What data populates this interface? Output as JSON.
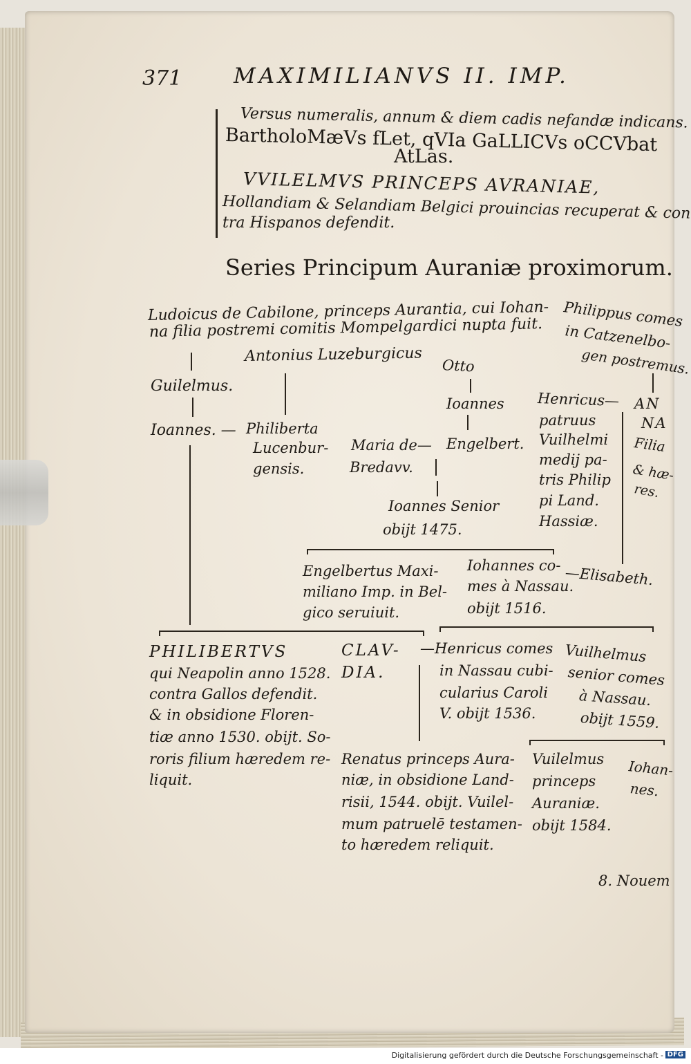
{
  "header": {
    "page_number": "371",
    "running_title": "MAXIMILIANVS II. IMP."
  },
  "epigram": {
    "label": "Versus numeralis, annum & diem cadis nefandæ indicans.",
    "verse_1": "BartholoMæVs fLet, qVIa GaLLICVs oCCVbat",
    "verse_2": "AtLas."
  },
  "event": {
    "title": "VVILELMVS PRINCEPS AVRANIAE,",
    "line_1": "Hollandiam & Selandiam Belgici prouincias recuperat & con-",
    "line_2": "tra Hispanos defendit."
  },
  "genealogy": {
    "title": "Series Principum Auraniæ proximorum.",
    "ludovicus_1": "Ludoicus de Cabilone, princeps Aurantia, cui Iohan-",
    "ludovicus_2": "na filia postremi comitis Mompelgardici nupta fuit.",
    "philippus_1": "Philippus comes",
    "philippus_2": "in Catzenelbo-",
    "philippus_3": "gen postremus.",
    "antonius": "Antonius Luzeburgicus",
    "otto": "Otto",
    "guilelmus": "Guilelmus.",
    "ioannes_o": "Ioannes",
    "henricus_1": "Henricus—",
    "henricus_2": "patruus",
    "henricus_3": "Vuilhelmi",
    "henricus_4": "medij pa-",
    "henricus_5": "tris Philip",
    "henricus_6": "pi Land.",
    "henricus_7": "Hassiæ.",
    "anna_1": "AN",
    "anna_2": "NA",
    "anna_3": "Filia",
    "anna_4": "& hæ-",
    "anna_5": "res.",
    "ioannes_g": "Ioannes. —",
    "philiberta_1": "Philiberta",
    "philiberta_2": "Lucenbur-",
    "philiberta_3": "gensis.",
    "maria_1": "Maria de—",
    "maria_2": "Bredavv.",
    "engelbert": "Engelbert.",
    "ioannes_senior_1": "Ioannes Senior",
    "ioannes_senior_2": "obijt 1475.",
    "engelbertus_1": "Engelbertus Maxi-",
    "engelbertus_2": "miliano Imp. in Bel-",
    "engelbertus_3": "gico seruiuit.",
    "johannes_nassau_1": "Iohannes co-",
    "johannes_nassau_2": "mes à Nassau.",
    "johannes_nassau_3": "obijt 1516.",
    "elisabeth": "—Elisabeth.",
    "philibertus_1": "PHILIBERTVS",
    "philibertus_2": "qui Neapolin anno 1528.",
    "philibertus_3": "contra Gallos defendit.",
    "philibertus_4": "& in obsidione Floren-",
    "philibertus_5": "tiæ anno 1530. obijt. So-",
    "philibertus_6": "roris filium hæredem re-",
    "philibertus_7": "liquit.",
    "claudia_1": "CLAV-",
    "claudia_2": "DIA.",
    "henricus_n_1": "—Henricus comes",
    "henricus_n_2": "in Nassau cubi-",
    "henricus_n_3": "cularius Caroli",
    "henricus_n_4": "V. obijt 1536.",
    "vuilhelmus_s_1": "Vuilhelmus",
    "vuilhelmus_s_2": "senior comes",
    "vuilhelmus_s_3": "à Nassau.",
    "vuilhelmus_s_4": "obijt 1559.",
    "renatus_1": "Renatus princeps Aura-",
    "renatus_2": "niæ, in obsidione Land-",
    "renatus_3": "risii, 1544. obijt. Vuilel-",
    "renatus_4": "mum patruelē testamen-",
    "renatus_5": "to hæredem reliquit.",
    "vuilelmus_p_1": "Vuilelmus",
    "vuilelmus_p_2": "princeps",
    "vuilelmus_p_3": "Auraniæ.",
    "vuilelmus_p_4": "obijt 1584.",
    "iohannes_end_1": "Iohan-",
    "iohannes_end_2": "nes."
  },
  "catchword": "8. Nouem",
  "footer": {
    "credit": "Digitalisierung gefördert durch die Deutsche Forschungsgemeinschaft -",
    "logo": "DFG"
  }
}
